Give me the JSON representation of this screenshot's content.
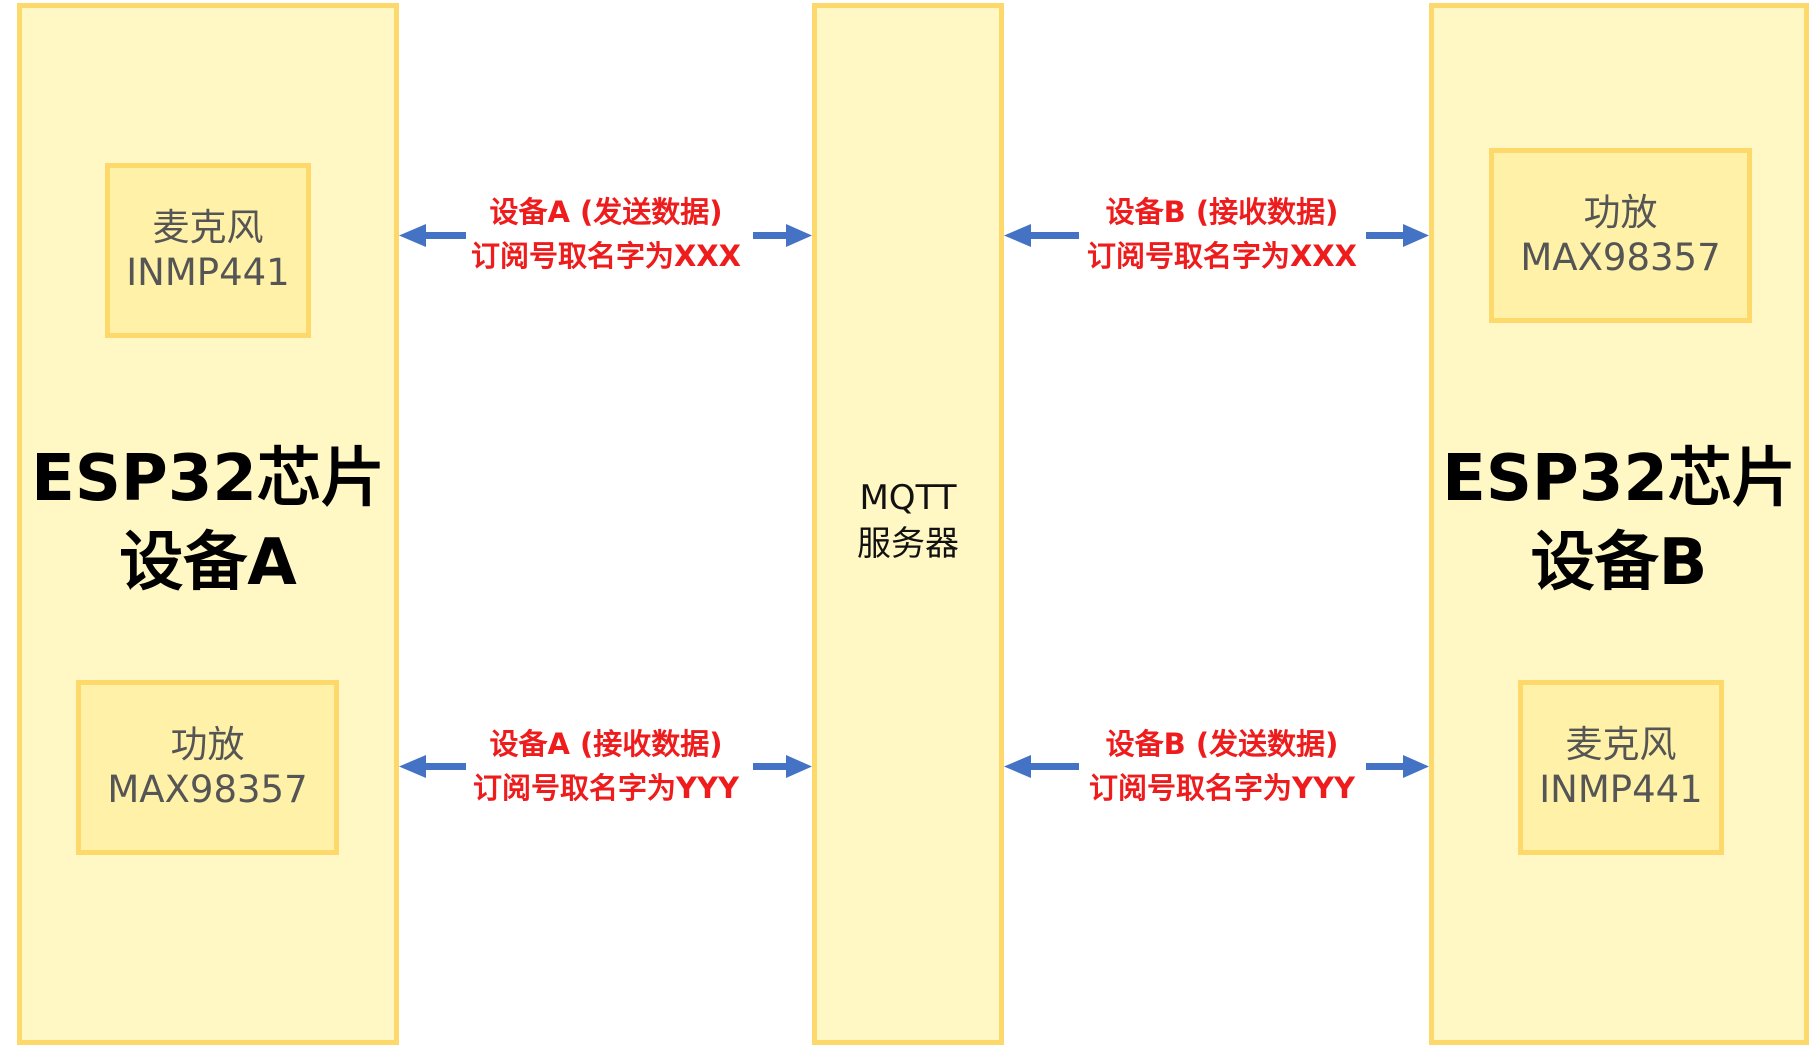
{
  "device_a": {
    "title_line1": "ESP32芯片",
    "title_line2": "设备A",
    "mic": {
      "name": "麦克风",
      "model": "INMP441"
    },
    "amp": {
      "name": "功放",
      "model": "MAX98357"
    }
  },
  "device_b": {
    "title_line1": "ESP32芯片",
    "title_line2": "设备B",
    "amp": {
      "name": "功放",
      "model": "MAX98357"
    },
    "mic": {
      "name": "麦克风",
      "model": "INMP441"
    }
  },
  "server": {
    "line1": "MQTT",
    "line2": "服务器"
  },
  "links": {
    "a_top": {
      "line1": "设备A (发送数据)",
      "line2": "订阅号取名字为XXX"
    },
    "a_bottom": {
      "line1": "设备A (接收数据)",
      "line2": "订阅号取名字为YYY"
    },
    "b_top": {
      "line1": "设备B (接收数据)",
      "line2": "订阅号取名字为XXX"
    },
    "b_bottom": {
      "line1": "设备B (发送数据)",
      "line2": "订阅号取名字为YYY"
    }
  },
  "colors": {
    "box_fill": "#fff8c4",
    "inner_fill": "#fff2a8",
    "border": "#fdd96b",
    "arrow": "#4472c4",
    "label": "#ee1c1c"
  }
}
